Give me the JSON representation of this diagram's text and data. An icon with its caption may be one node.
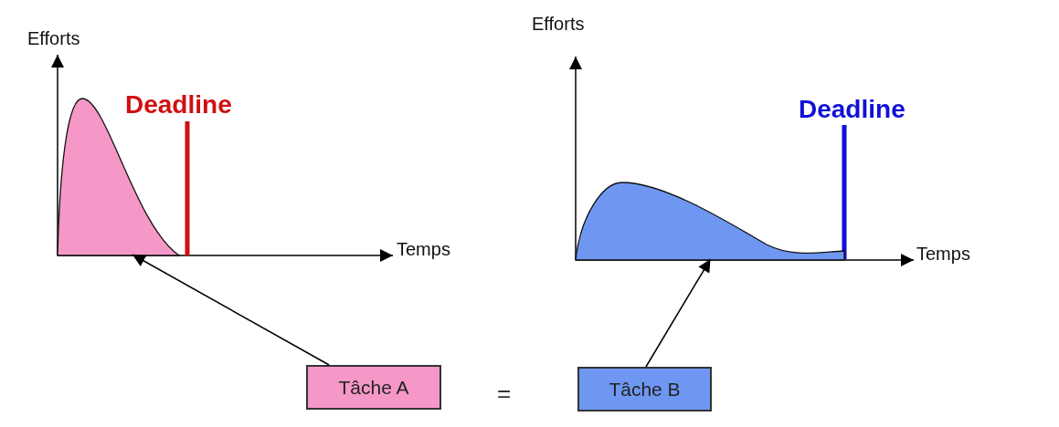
{
  "diagram": {
    "nodes": [
      {
        "text": [],
        "shape": "picture"
      },
      {
        "text": [],
        "shape": "picture"
      },
      {
        "text": [
          "Tâche A"
        ]
      },
      {
        "text": [
          "Tâche B"
        ]
      }
    ],
    "edges": [
      {
        "from": 2,
        "to": 0,
        "arrow": "to"
      },
      {
        "from": 3,
        "to": 1,
        "arrow": "to"
      }
    ],
    "labels": [
      "Efforts",
      "Deadline",
      "Temps",
      "Efforts",
      "Deadline",
      "Temps",
      "="
    ]
  }
}
